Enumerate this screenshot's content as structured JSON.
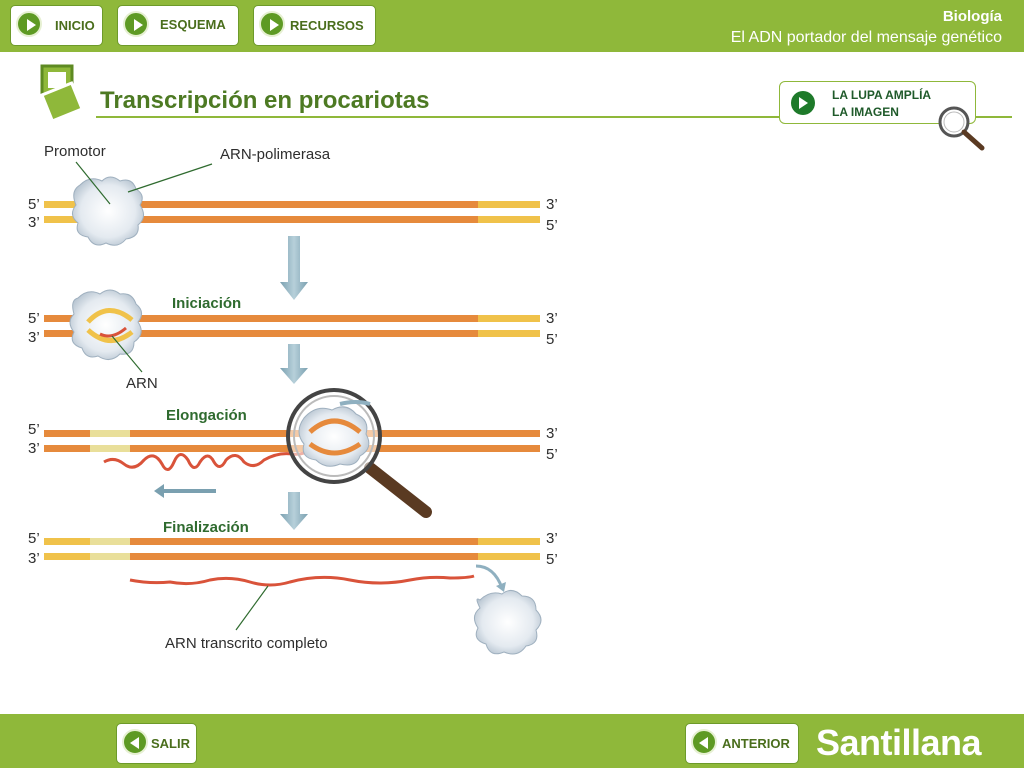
{
  "header": {
    "nav": [
      {
        "label": "INICIO"
      },
      {
        "label": "ESQUEMA"
      },
      {
        "label": "RECURSOS"
      }
    ],
    "subject": "Biología",
    "unit": "El ADN portador del mensaje genético"
  },
  "page": {
    "title": "Transcripción en procariotas",
    "lupa_button": {
      "line1": "LA LUPA AMPLÍA",
      "line2": "LA IMAGEN"
    }
  },
  "diagram": {
    "labels": {
      "promotor": "Promotor",
      "polimerasa": "ARN-polimerasa",
      "arn": "ARN",
      "final_rna": "ARN transcrito completo"
    },
    "stages": [
      {
        "name": "",
        "left_top": "5’",
        "left_bottom": "3’",
        "right_top": "3’",
        "right_bottom": "5’"
      },
      {
        "name": "Iniciación",
        "left_top": "5’",
        "left_bottom": "3’",
        "right_top": "3’",
        "right_bottom": "5’"
      },
      {
        "name": "Elongación",
        "left_top": "5’",
        "left_bottom": "3’",
        "right_top": "3’",
        "right_bottom": "5’"
      },
      {
        "name": "Finalización",
        "left_top": "5’",
        "left_bottom": "3’",
        "right_top": "3’",
        "right_bottom": "5’"
      }
    ]
  },
  "footer": {
    "salir": "SALIR",
    "anterior": "ANTERIOR",
    "brand": "Santillana"
  },
  "colors": {
    "bar_green": "#8fb83a",
    "title_green": "#4d7a23",
    "dna_orange": "#e68a3c",
    "dna_yellow": "#f0c24a",
    "rna_red": "#d9533a"
  }
}
